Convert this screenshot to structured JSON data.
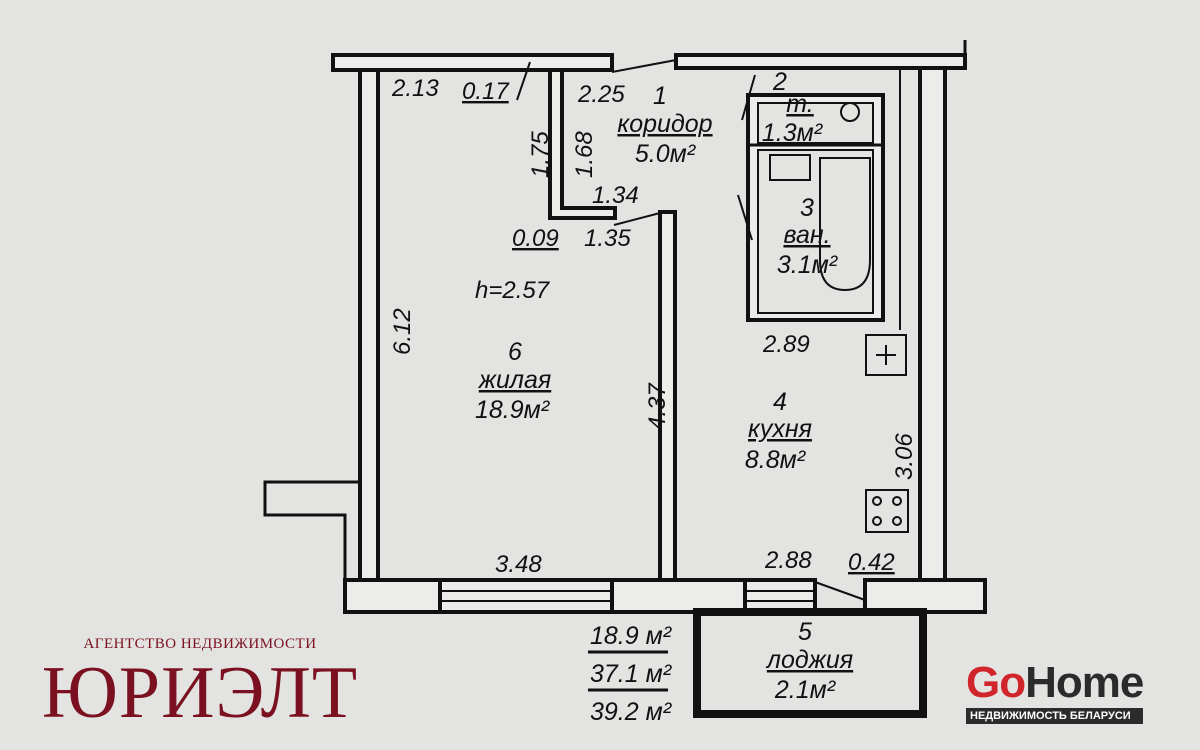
{
  "plan": {
    "ceiling_height": "h=2.57",
    "rooms": [
      {
        "number": "1",
        "name": "коридор",
        "area": "5.0м²"
      },
      {
        "number": "2",
        "name": "т.",
        "area": "1.3м²"
      },
      {
        "number": "3",
        "name": "ван.",
        "area": "3.1м²"
      },
      {
        "number": "4",
        "name": "кухня",
        "area": "8.8м²"
      },
      {
        "number": "5",
        "name": "лоджия",
        "area": "2.1м²"
      },
      {
        "number": "6",
        "name": "жилая",
        "area": "18.9м²"
      }
    ],
    "dimensions": {
      "d213": "2.13",
      "d017": "0.17",
      "d225": "2.25",
      "d175": "1.75",
      "d168": "1.68",
      "d134": "1.34",
      "d009": "0.09",
      "d135": "1.35",
      "d612": "6.12",
      "d437": "4.37",
      "d289": "2.89",
      "d306": "3.06",
      "d348": "3.48",
      "d288": "2.88",
      "d042": "0.42"
    },
    "totals": {
      "living": "18.9 м²",
      "total": "37.1 м²",
      "total_with_loggia": "39.2 м²"
    }
  },
  "branding": {
    "agency_subtitle": "АГЕНТСТВО НЕДВИЖИМОСТИ",
    "agency_name": "ЮРИЭЛТ",
    "gohome_go": "Go",
    "gohome_home": "Home",
    "gohome_tagline": "НЕДВИЖИМОСТЬ БЕЛАРУСИ",
    "colors": {
      "agency": "#7a1020",
      "go": "#d0262b",
      "home": "#2b2b2b"
    }
  }
}
